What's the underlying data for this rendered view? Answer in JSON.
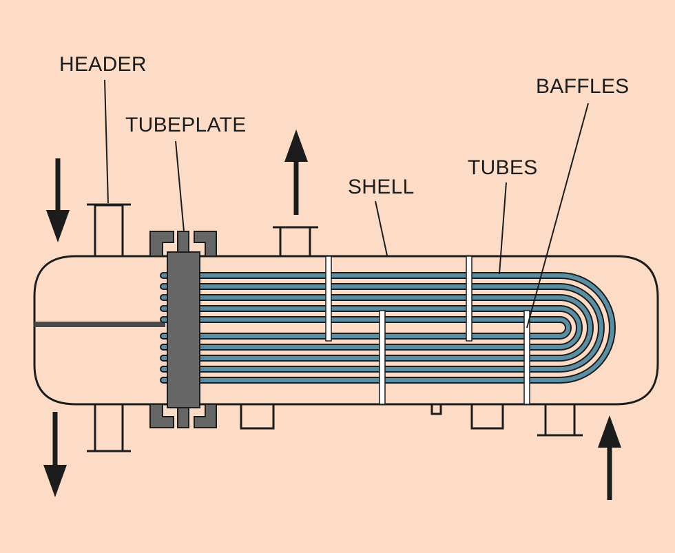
{
  "labels": {
    "header": "HEADER",
    "tubeplate": "TUBEPLATE",
    "shell": "SHELL",
    "tubes": "TUBES",
    "baffles": "BAFFLES"
  },
  "colors": {
    "background": "#fcdcc6",
    "outline": "#1c1c1c",
    "tube": "#5c8ea3",
    "tubeplate": "#666666",
    "baffle": "#ffffff"
  },
  "flows": [
    {
      "name": "tube-side-inlet",
      "direction": "down"
    },
    {
      "name": "tube-side-outlet",
      "direction": "down"
    },
    {
      "name": "shell-side-outlet",
      "direction": "up"
    },
    {
      "name": "shell-side-inlet",
      "direction": "up"
    }
  ]
}
